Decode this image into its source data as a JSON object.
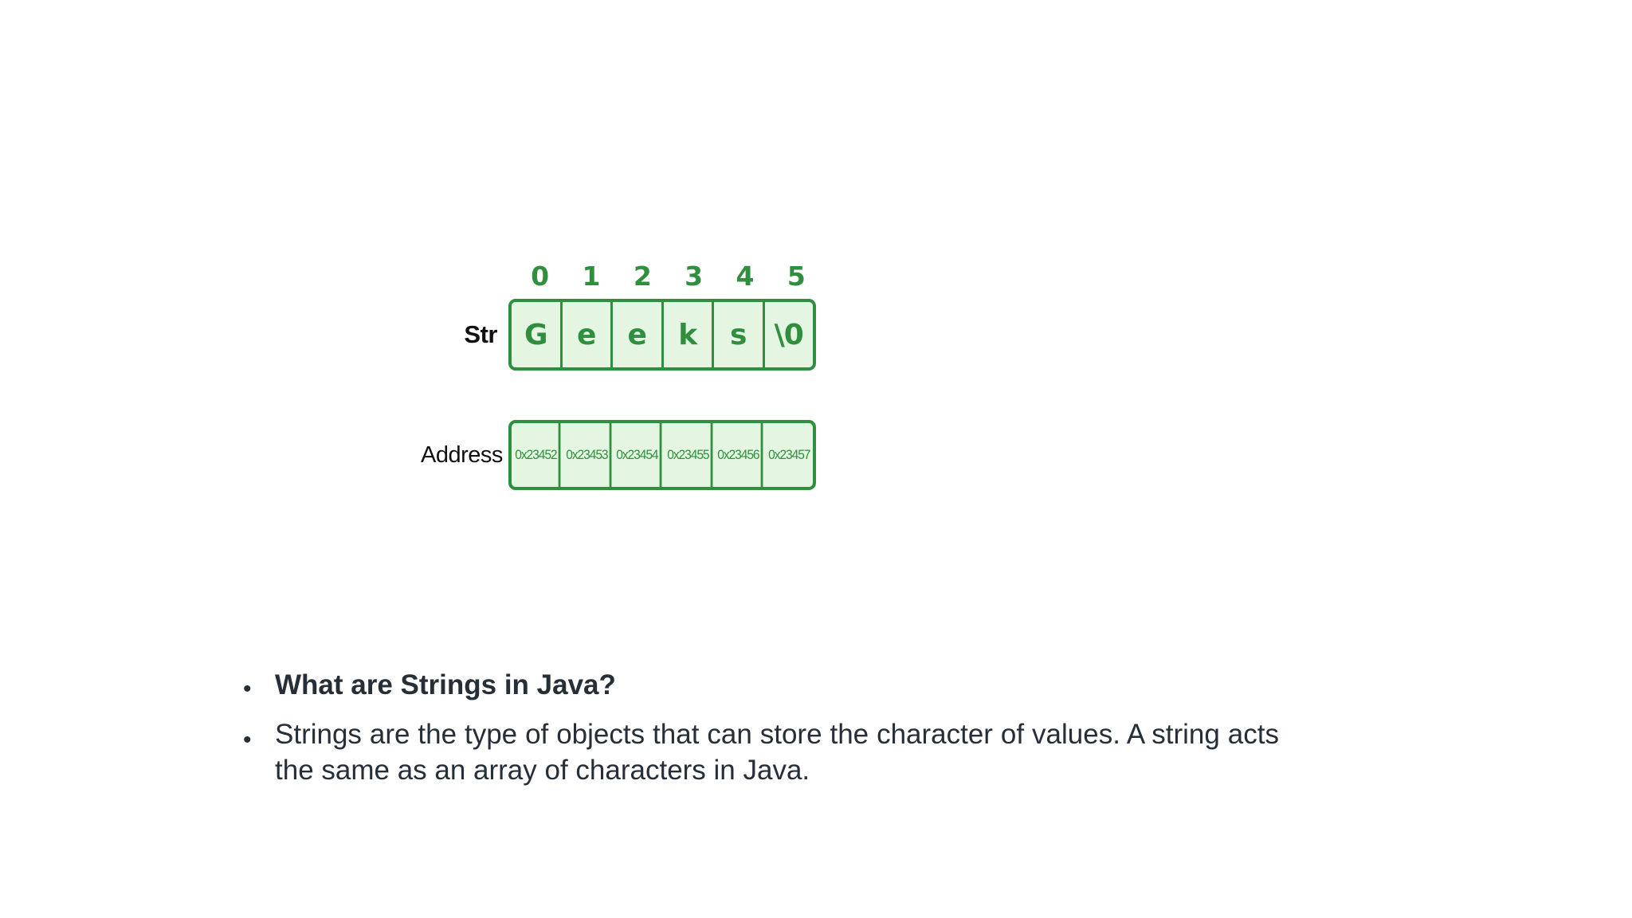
{
  "slide": {
    "background_color": "#ffffff",
    "accent_green": "#2f8f3e",
    "cell_fill": "#e4f5e2",
    "text_color": "#262f38"
  },
  "diagram": {
    "name": "string-character-array-memory-diagram",
    "index_header": [
      "0",
      "1",
      "2",
      "3",
      "4",
      "5"
    ],
    "rows": [
      {
        "label": "Str",
        "cells": [
          "G",
          "e",
          "e",
          "k",
          "s",
          "\\0"
        ]
      },
      {
        "label": "Address",
        "cells": [
          "0x23452",
          "0x23453",
          "0x23454",
          "0x23455",
          "0x23456",
          "0x23457"
        ]
      }
    ]
  },
  "content": {
    "bullets": [
      {
        "text": "What are Strings in Java?",
        "style": "heading"
      },
      {
        "text": "Strings are the type of objects that can store the character of values. A string acts the same as an array of characters in Java.",
        "style": "body"
      }
    ]
  }
}
